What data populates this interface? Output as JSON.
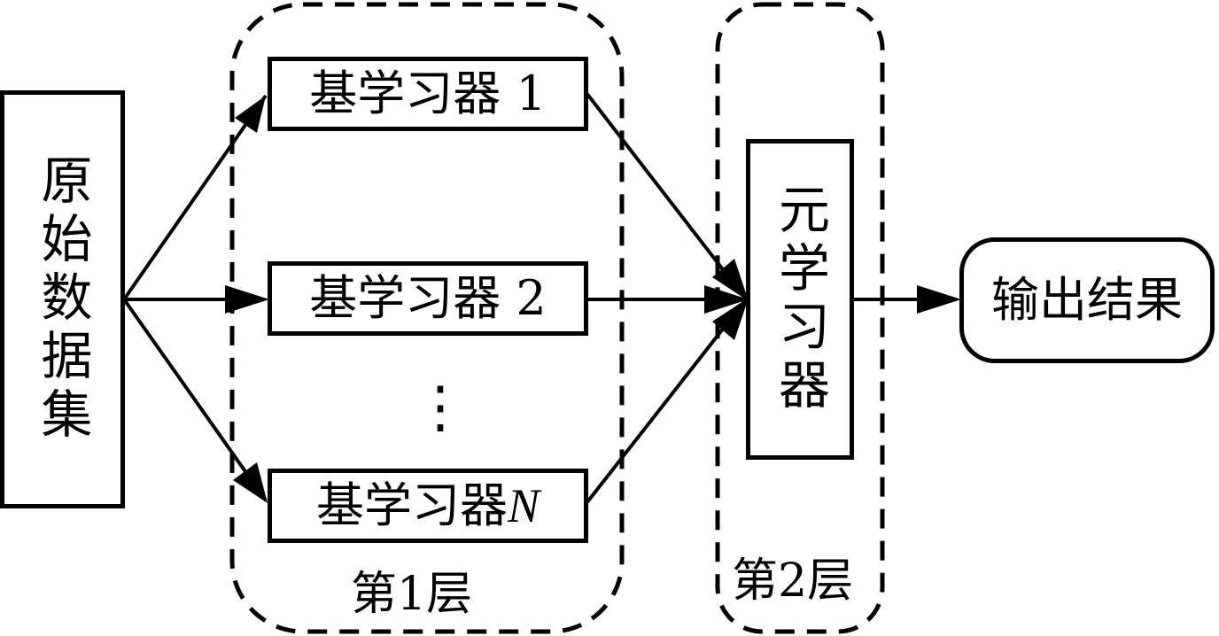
{
  "diagram": {
    "input": {
      "label": "原始数据集"
    },
    "layer1": {
      "title": "第1层",
      "learners": [
        {
          "name": "基学习器",
          "index": "1",
          "italic": false
        },
        {
          "name": "基学习器",
          "index": "2",
          "italic": false
        },
        {
          "name": "基学习器",
          "index": "N",
          "italic": true
        }
      ],
      "ellipsis": "⋮"
    },
    "layer2": {
      "title": "第2层",
      "meta_learner": {
        "label": "元学习器"
      }
    },
    "output": {
      "label": "输出结果"
    },
    "edges": [
      {
        "from": "原始数据集",
        "to": "基学习器 1"
      },
      {
        "from": "原始数据集",
        "to": "基学习器 2"
      },
      {
        "from": "原始数据集",
        "to": "基学习器 N"
      },
      {
        "from": "基学习器 1",
        "to": "元学习器"
      },
      {
        "from": "基学习器 2",
        "to": "元学习器"
      },
      {
        "from": "基学习器 N",
        "to": "元学习器"
      },
      {
        "from": "元学习器",
        "to": "输出结果"
      }
    ]
  }
}
